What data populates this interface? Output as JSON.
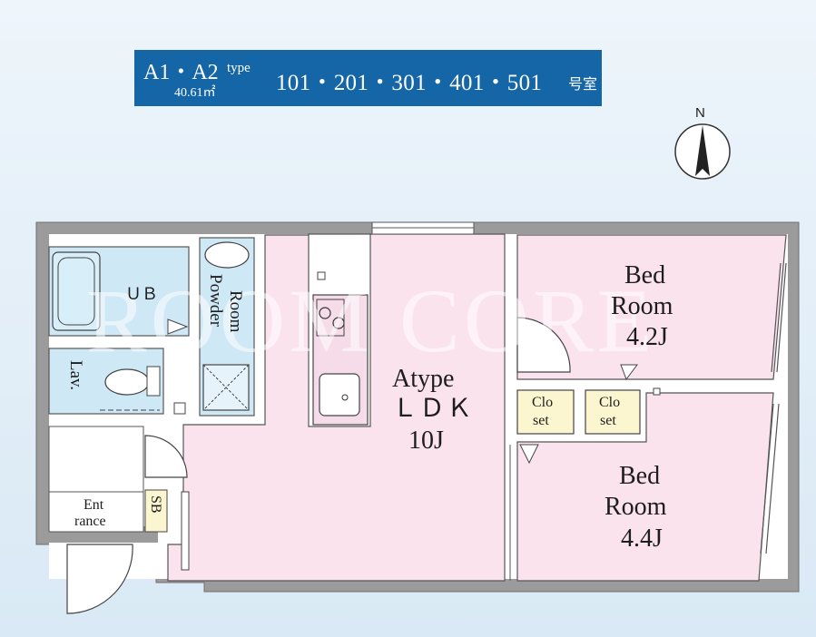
{
  "header": {
    "type_code": "A1・A2",
    "type_word": "type",
    "area": "40.61㎡",
    "room_numbers": "101・201・301・401・501",
    "room_suffix": "号室"
  },
  "compass": {
    "label": "N"
  },
  "rooms": {
    "ub": "ＵＢ",
    "powder": "Powder",
    "powder_room": "Room",
    "lav": "Lav.",
    "ldk_type": "Atype",
    "ldk": "ＬＤＫ",
    "ldk_size": "10J",
    "bed1_a": "Bed",
    "bed1_b": "Room",
    "bed1_size": "4.2J",
    "bed2_a": "Bed",
    "bed2_b": "Room",
    "bed2_size": "4.4J",
    "closet1_a": "Clo",
    "closet1_b": "set",
    "closet2_a": "Clo",
    "closet2_b": "set",
    "entrance_a": "Ent",
    "entrance_b": "rance",
    "sb": "SB"
  },
  "watermark": "ROOM CORE",
  "colors": {
    "banner": "#1466a6",
    "wall": "#8a8a8a",
    "ldk_fill": "#fbe3ee",
    "wet_fill": "#cfe8f6",
    "closet_fill": "#fbf6cf"
  }
}
